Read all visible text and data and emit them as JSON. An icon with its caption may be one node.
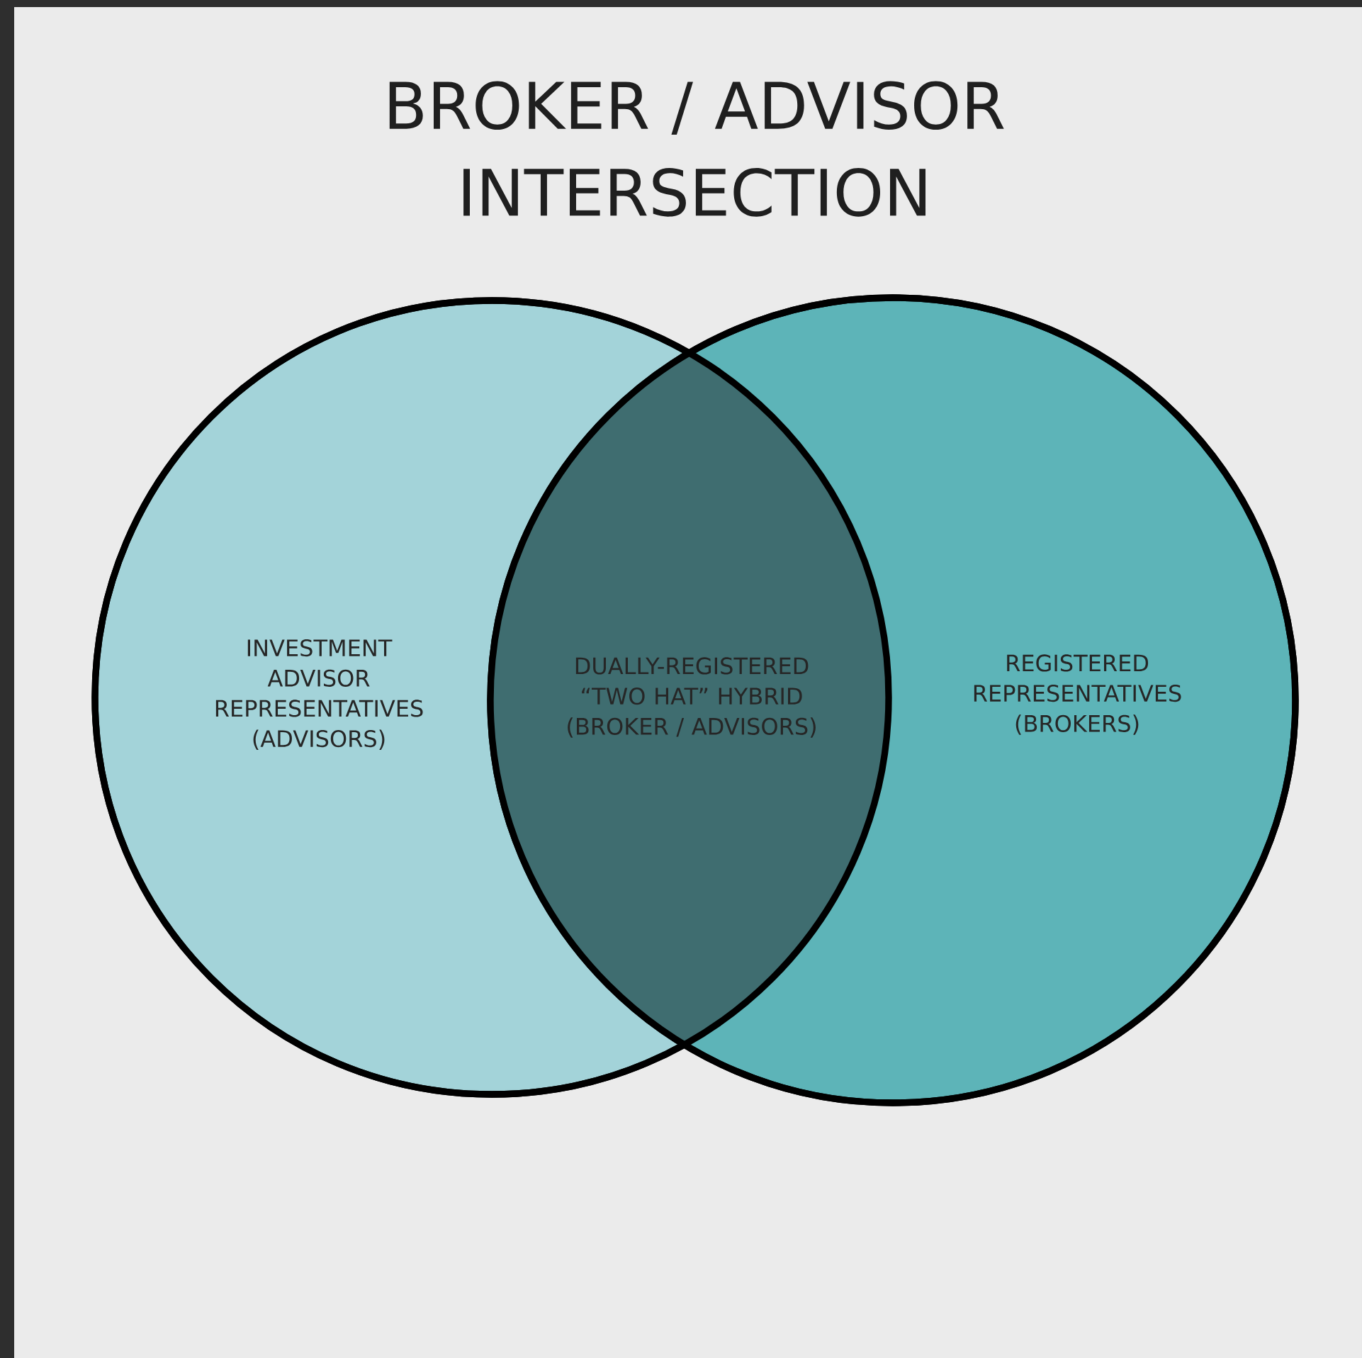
{
  "diagram": {
    "title": "BROKER / ADVISOR INTERSECTION",
    "nodes": [
      {
        "text": [
          "INVESTMENT ADVISOR REPRESENTATIVES (ADVISORS)"
        ]
      },
      {
        "text": [
          "DUALLY-REGISTERED “TWO HAT” HYBRID (BROKER / ADVISORS)"
        ]
      },
      {
        "text": [
          "REGISTERED REPRESENTATIVES (BROKERS)"
        ]
      }
    ]
  }
}
